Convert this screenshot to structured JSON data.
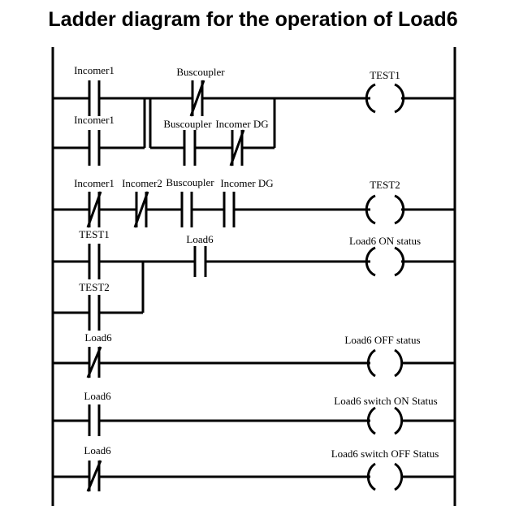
{
  "title": "Ladder diagram for the operation of Load6",
  "colors": {
    "line": "#000000",
    "background": "#ffffff"
  },
  "rungs": [
    {
      "id": "rung-test1",
      "contacts": [
        {
          "label": "Incomer1",
          "type": "NO"
        },
        {
          "label": "Incomer1",
          "type": "NO",
          "branch": "parallel"
        },
        {
          "label": "Buscoupler",
          "type": "NC"
        },
        {
          "label": "Buscoupler",
          "type": "NO",
          "branch": "parallel"
        },
        {
          "label": "Incomer DG",
          "type": "NC",
          "branch": "parallel"
        }
      ],
      "coil": "TEST1"
    },
    {
      "id": "rung-test2",
      "contacts": [
        {
          "label": "Incomer1",
          "type": "NC"
        },
        {
          "label": "Incomer2",
          "type": "NC"
        },
        {
          "label": "Buscoupler",
          "type": "NO"
        },
        {
          "label": "Incomer DG",
          "type": "NO"
        }
      ],
      "coil": "TEST2"
    },
    {
      "id": "rung-on-status",
      "contacts": [
        {
          "label": "TEST1",
          "type": "NO"
        },
        {
          "label": "TEST2",
          "type": "NO",
          "branch": "parallel"
        },
        {
          "label": "Load6",
          "type": "NO"
        }
      ],
      "coil": "Load6 ON status"
    },
    {
      "id": "rung-off-status",
      "contacts": [
        {
          "label": "Load6",
          "type": "NC"
        }
      ],
      "coil": "Load6 OFF status"
    },
    {
      "id": "rung-switch-on",
      "contacts": [
        {
          "label": "Load6",
          "type": "NO"
        }
      ],
      "coil": "Load6 switch ON Status"
    },
    {
      "id": "rung-switch-off",
      "contacts": [
        {
          "label": "Load6",
          "type": "NC"
        }
      ],
      "coil": "Load6 switch OFF Status"
    }
  ]
}
